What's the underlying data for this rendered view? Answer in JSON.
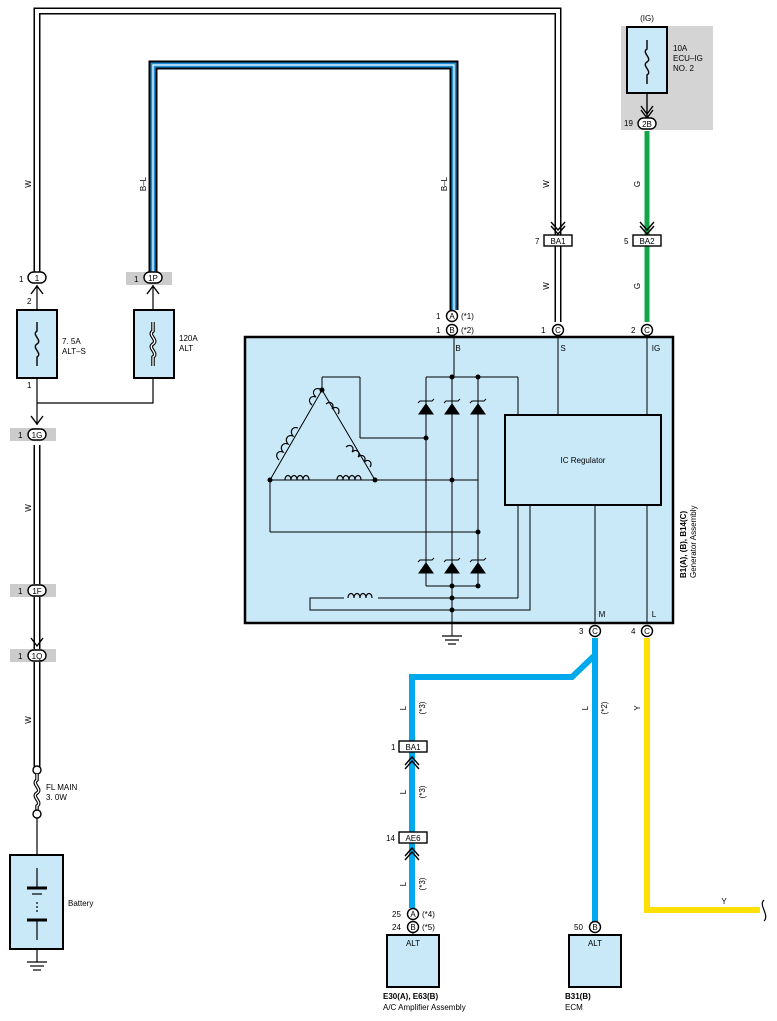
{
  "colors": {
    "white_wire": "#ffffff",
    "bl_wire": "#1e8fd6",
    "green_wire": "#12a54a",
    "blue_wire": "#00a8ec",
    "yellow_wire": "#ffe000",
    "component_fill": "#c9e9f8",
    "relay_box_fill": "#d4d4d4",
    "connector_label_fill": "#cccccc"
  },
  "wire_labels": {
    "w_left_top": "W",
    "bl_left": "B–L",
    "bl_right": "B–L",
    "w_s_upper": "W",
    "w_s_lower": "W",
    "g_upper": "G",
    "g_lower": "G",
    "w_left_mid": "W",
    "w_left_low": "W",
    "l_ac_1": "L",
    "l_ac_1_note": "(*3)",
    "l_ac_2": "L",
    "l_ac_2_note": "(*3)",
    "l_ac_3": "L",
    "l_ac_3_note": "(*3)",
    "l_ecm": "L",
    "l_ecm_note": "(*2)",
    "y_vertical": "Y",
    "y_horizontal": "Y"
  },
  "fuses": {
    "ecu_ig": {
      "title": "(IG)",
      "rating": "10A",
      "name1": "ECU–IG",
      "name2": "NO. 2"
    },
    "alt_s": {
      "rating": "7. 5A",
      "name": "ALT–S"
    },
    "alt": {
      "rating": "120A",
      "name": "ALT"
    },
    "fl_main": {
      "name": "FL MAIN",
      "rating": "3. 0W"
    }
  },
  "connectors": {
    "c1_pin": "1",
    "c1_label": "1",
    "c1p_pin": "1",
    "c1p_label": "1P",
    "alt_s_pin_top": "2",
    "alt_s_pin_bottom": "1",
    "c1g_pin": "1",
    "c1g_label": "1G",
    "c1f_pin": "1",
    "c1f_label": "1F",
    "c1q_pin": "1",
    "c1q_label": "1Q",
    "c2b_pin": "19",
    "c2b_label": "2B",
    "ba1_top_pin": "7",
    "ba1_top_label": "BA1",
    "ba2_pin": "5",
    "ba2_label": "BA2",
    "gen_a_pin": "1",
    "gen_a_label": "A",
    "gen_a_note": "(*1)",
    "gen_b_pin": "1",
    "gen_b_label": "B",
    "gen_b_note": "(*2)",
    "gen_s_pin": "1",
    "gen_s_label": "C",
    "gen_ig_pin": "2",
    "gen_ig_label": "C",
    "gen_m_pin": "3",
    "gen_m_label": "C",
    "gen_l_pin": "4",
    "gen_l_label": "C",
    "ba1_low_pin": "1",
    "ba1_low_label": "BA1",
    "ae6_pin": "14",
    "ae6_label": "AE6",
    "ac_a_pin": "25",
    "ac_a_label": "A",
    "ac_a_note": "(*4)",
    "ac_b_pin": "24",
    "ac_b_label": "B",
    "ac_b_note": "(*5)",
    "ecm_pin": "50",
    "ecm_label": "B"
  },
  "generator": {
    "terminal_b": "B",
    "terminal_s": "S",
    "terminal_ig": "IG",
    "terminal_m": "M",
    "terminal_l": "L",
    "regulator_label": "IC Regulator",
    "ref_label": "B1(A), (B), B14(C)",
    "name_label": "Generator Assembly"
  },
  "battery_label": "Battery",
  "ac_amplifier": {
    "box_label": "ALT",
    "ref": "E30(A), E63(B)",
    "name": "A/C Amplifier Assembly"
  },
  "ecm": {
    "box_label": "ALT",
    "ref": "B31(B)",
    "name": "ECM"
  }
}
